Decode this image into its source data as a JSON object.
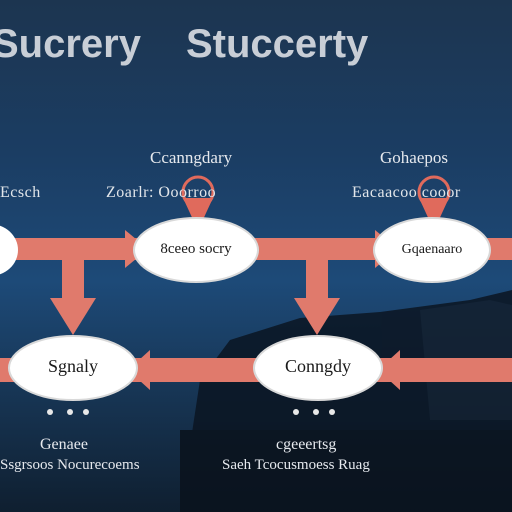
{
  "title_left": "Sucrery",
  "title_right": "Stuccerty",
  "labels": {
    "top_center": "Ccanngdary",
    "top_right": "Gohaepos",
    "row_left": "Ecsch",
    "row_center": "Zoarlr: Ooorroo",
    "row_right": "Eacaacoo cooor"
  },
  "nodes": {
    "top_left": "",
    "top_center": "8ceeo socry",
    "top_right": "Gqaenaaro",
    "bottom_left": "Sgnaly",
    "bottom_center": "Conngdy"
  },
  "captions": {
    "left_1": "Genaee",
    "left_2": "Ssgrsoos Nocurecoems",
    "center_1": "cgeeertsg",
    "center_2": "Saeh Tcocusmoess Ruag"
  },
  "colors": {
    "arrow": "#e07a6c",
    "node_fill": "#ffffff",
    "pin": "#e06a5c"
  }
}
